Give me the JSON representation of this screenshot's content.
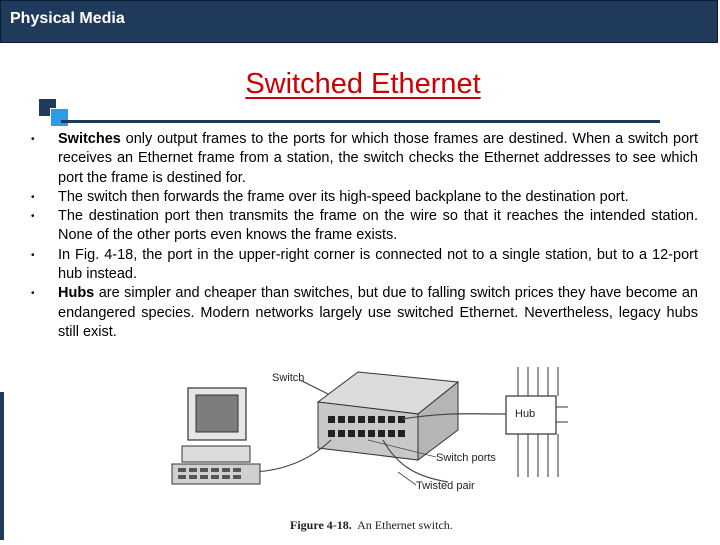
{
  "header": {
    "title": "Physical Media"
  },
  "slide": {
    "title": "Switched Ethernet"
  },
  "bullets": [
    {
      "bold": "Switches",
      "text": " only output frames to the ports for which those frames are destined. When a switch port receives an Ethernet frame from a station, the switch checks the Ethernet addresses to see which port the frame is destined for."
    },
    {
      "bold": "",
      "text": "The switch then forwards the frame over its high-speed backplane to the destination port."
    },
    {
      "bold": "",
      "text": "The destination port then transmits the frame on the wire so that it reaches the intended station. None of the other ports even knows the frame exists."
    },
    {
      "bold": "",
      "text": "In Fig. 4-18, the port in the upper-right corner is connected not to a single station, but to a 12-port hub instead."
    },
    {
      "bold": "Hubs",
      "text": " are simpler and cheaper than switches, but due to falling switch prices they have become an endangered species. Modern networks largely use switched Ethernet. Nevertheless, legacy hubs still exist."
    }
  ],
  "bullet_symbol": "•",
  "figure": {
    "labels": {
      "switch": "Switch",
      "hub": "Hub",
      "switch_ports": "Switch ports",
      "twisted_pair": "Twisted pair"
    },
    "caption_number": "Figure 4-18.",
    "caption_text": "An Ethernet switch."
  },
  "colors": {
    "header_bg": "#1f3a5a",
    "title": "#cc0000",
    "accent_blue": "#2e9be8"
  }
}
